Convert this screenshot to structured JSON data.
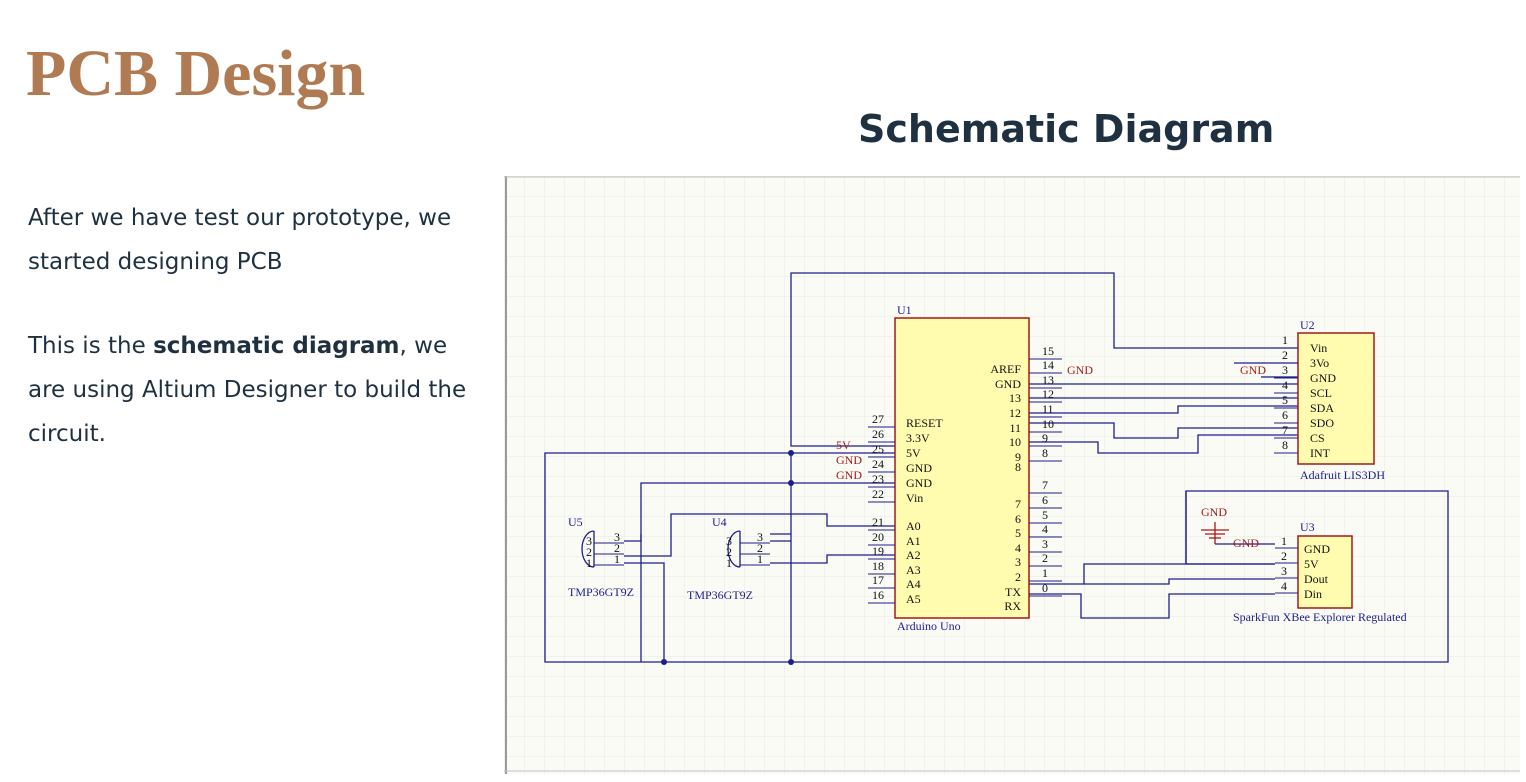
{
  "slide": {
    "title": "PCB Design",
    "subtitle": "Schematic Diagram",
    "paragraph1": "After we have test our prototype, we started designing PCB",
    "paragraph2": {
      "before": "This is the ",
      "bold": "schematic diagram",
      "after": ", we are using Altium Designer to build the circuit."
    }
  },
  "schematic": {
    "u1": {
      "designator": "U1",
      "name": "Arduino Uno",
      "left_pins": [
        {
          "num": "27",
          "label": "RESET"
        },
        {
          "num": "26",
          "label": "3.3V"
        },
        {
          "num": "25",
          "label": "5V"
        },
        {
          "num": "24",
          "label": "GND"
        },
        {
          "num": "23",
          "label": "GND"
        },
        {
          "num": "22",
          "label": "Vin"
        },
        {
          "num": "21",
          "label": "A0"
        },
        {
          "num": "20",
          "label": "A1"
        },
        {
          "num": "19",
          "label": "A2"
        },
        {
          "num": "18",
          "label": "A3"
        },
        {
          "num": "17",
          "label": "A4"
        },
        {
          "num": "16",
          "label": "A5"
        }
      ],
      "right_pins": [
        {
          "num": "15",
          "label": ""
        },
        {
          "num": "14",
          "label": "AREF"
        },
        {
          "num": "13",
          "label": "GND"
        },
        {
          "num": "12",
          "label": "13"
        },
        {
          "num": "11",
          "label": "12"
        },
        {
          "num": "10",
          "label": "11"
        },
        {
          "num": "9",
          "label": "10"
        },
        {
          "num": "8",
          "label": "9"
        },
        {
          "num": "",
          "label": "8"
        },
        {
          "num": "7",
          "label": ""
        },
        {
          "num": "6",
          "label": "7"
        },
        {
          "num": "5",
          "label": "6"
        },
        {
          "num": "4",
          "label": "5"
        },
        {
          "num": "3",
          "label": "4"
        },
        {
          "num": "2",
          "label": "3"
        },
        {
          "num": "1",
          "label": "2"
        },
        {
          "num": "0",
          "label": "TX"
        },
        {
          "num": "",
          "label": "RX"
        }
      ],
      "net_labels": {
        "p25": "5V",
        "p24": "GND",
        "p23": "GND",
        "p14": "GND"
      }
    },
    "u2": {
      "designator": "U2",
      "name": "Adafruit LIS3DH",
      "pins": [
        {
          "num": "1",
          "label": "Vin"
        },
        {
          "num": "2",
          "label": "3Vo"
        },
        {
          "num": "3",
          "label": "GND"
        },
        {
          "num": "4",
          "label": "SCL"
        },
        {
          "num": "5",
          "label": "SDA"
        },
        {
          "num": "6",
          "label": "SDO"
        },
        {
          "num": "7",
          "label": "CS"
        },
        {
          "num": "8",
          "label": "INT"
        }
      ],
      "net_label": "GND"
    },
    "u3": {
      "designator": "U3",
      "name": "SparkFun XBee Explorer Regulated",
      "pins": [
        {
          "num": "1",
          "label": "GND"
        },
        {
          "num": "2",
          "label": "5V"
        },
        {
          "num": "3",
          "label": "Dout"
        },
        {
          "num": "4",
          "label": "Din"
        }
      ],
      "power_label": "GND",
      "net_label": "GND"
    },
    "u4": {
      "designator": "U4",
      "name": "TMP36GT9Z",
      "pins": [
        "3",
        "2",
        "1"
      ]
    },
    "u5": {
      "designator": "U5",
      "name": "TMP36GT9Z",
      "pins": [
        "3",
        "2",
        "1"
      ]
    },
    "colors": {
      "wire": "#1d1e8c",
      "component_fill": "#fffcb0",
      "component_border": "#a31a1a",
      "text": "#111111",
      "net_label": "#a31a1a",
      "designator": "#1d1e8c",
      "grid": "#e7e7e7",
      "sheet": "#fbfbf6"
    }
  }
}
